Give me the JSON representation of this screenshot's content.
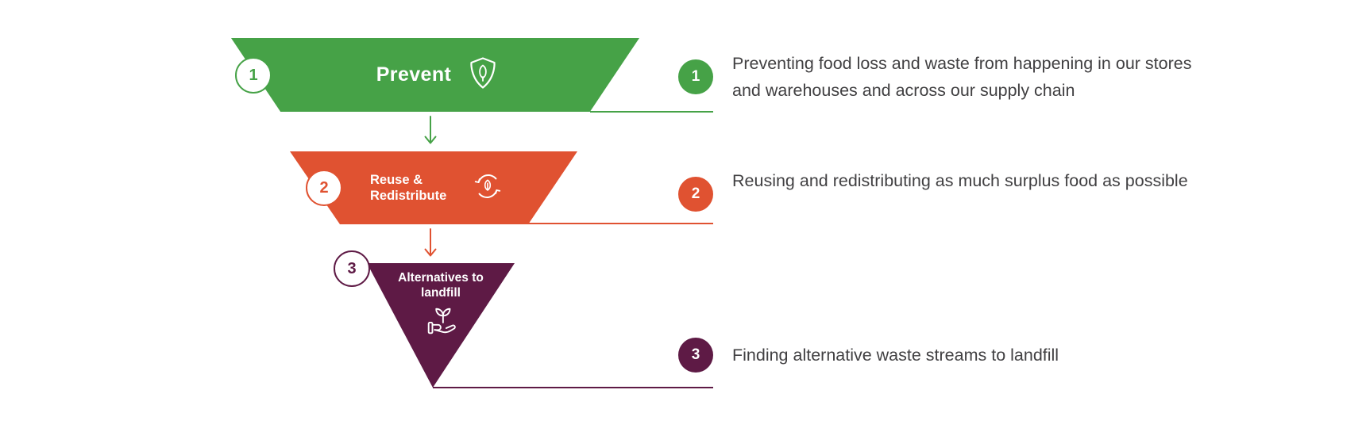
{
  "funnel": {
    "stages": [
      {
        "number": "1",
        "label": "Prevent",
        "icon": "shield-leaf-icon",
        "color": "#46A247",
        "description": "Preventing food loss and waste from happening in our stores and warehouses and across our supply chain"
      },
      {
        "number": "2",
        "label": "Reuse & Redistribute",
        "icon": "recycle-leaf-icon",
        "color": "#E05231",
        "description": "Reusing and redistributing as much surplus food as possible"
      },
      {
        "number": "3",
        "label": "Alternatives to landfill",
        "icon": "hand-sprout-icon",
        "color": "#5E1A45",
        "description": "Finding alternative waste streams to landfill"
      }
    ],
    "colors": {
      "stage1_green": "#46A247",
      "stage2_orange": "#E05231",
      "stage3_purple": "#5E1A45",
      "description_text": "#414042",
      "background": "#FFFFFF"
    }
  }
}
